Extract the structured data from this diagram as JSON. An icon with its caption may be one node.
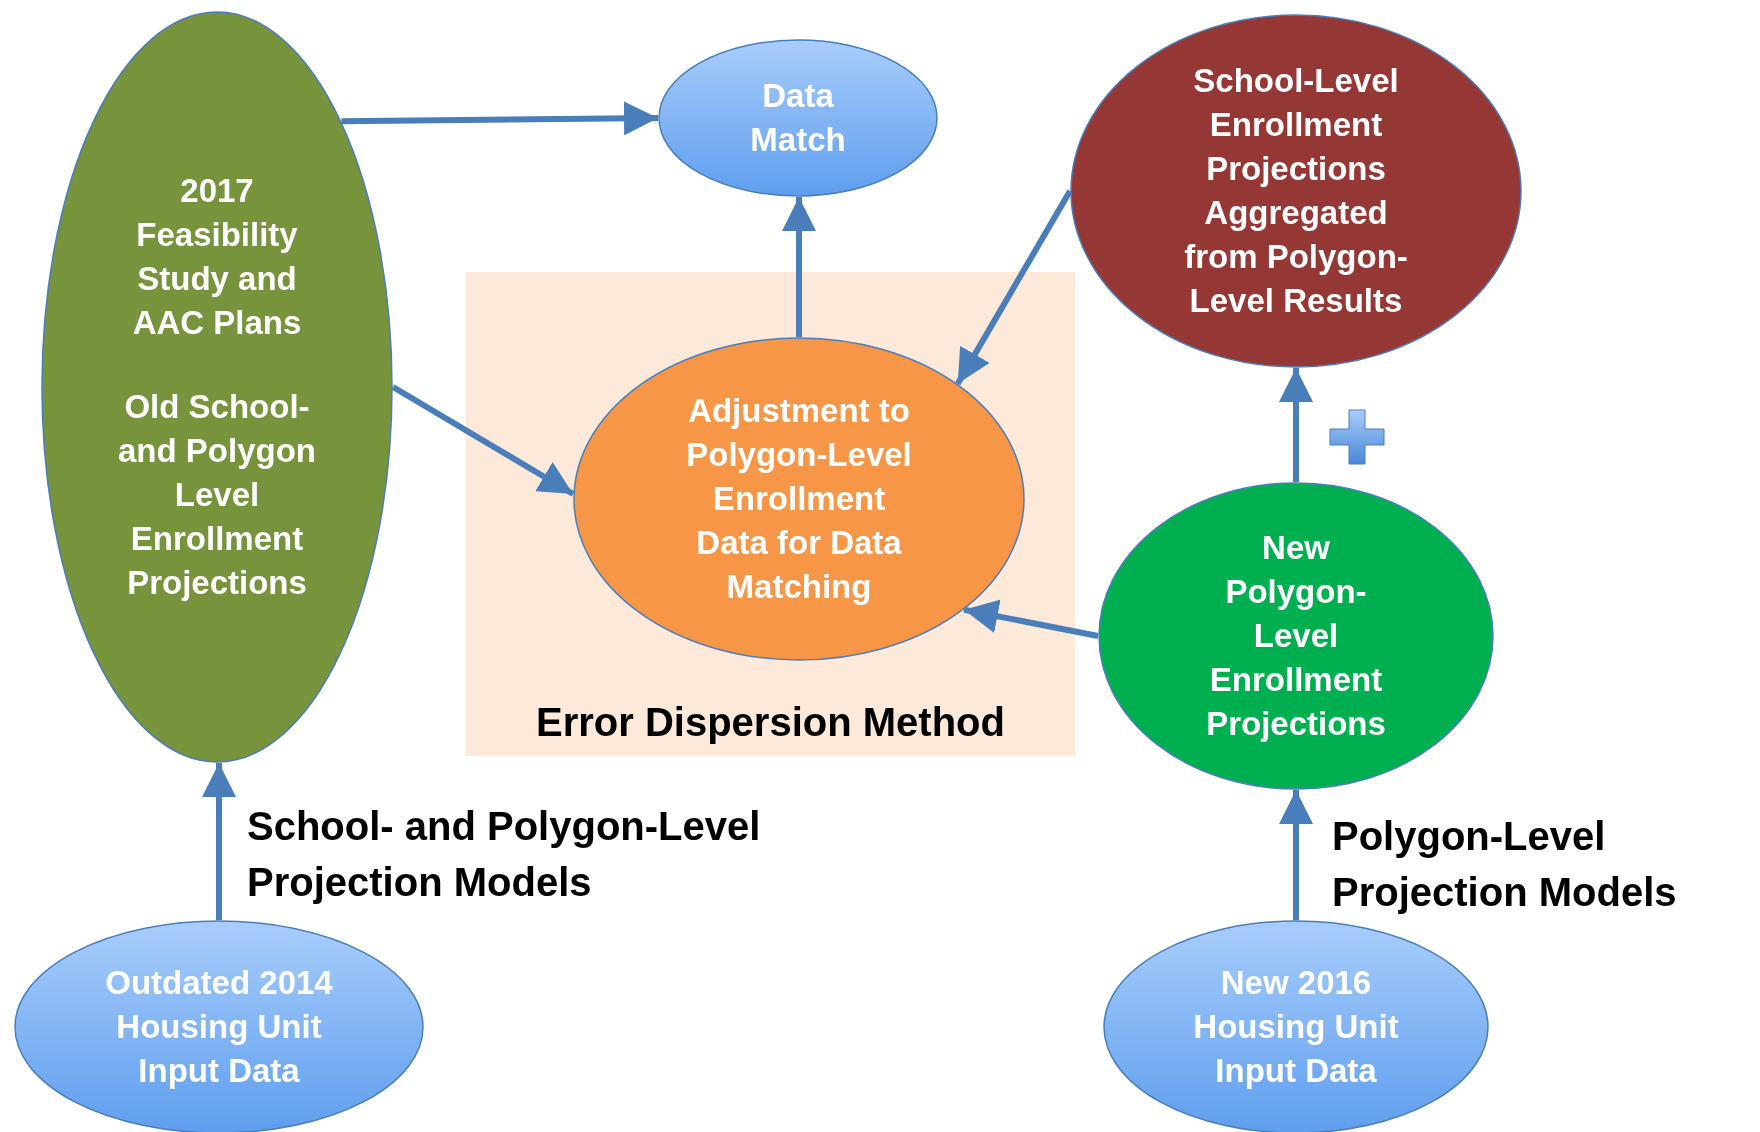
{
  "diagram": {
    "nodes": [
      {
        "text": [
          "2017 Feasibility Study and AAC Plans",
          "Old School- and Polygon Level Enrollment Projections"
        ]
      },
      {
        "text": [
          "Data Match"
        ]
      },
      {
        "text": [
          "School-Level Enrollment Projections Aggregated from Polygon-Level Results"
        ]
      },
      {
        "text": [
          "Error Dispersion Method"
        ]
      },
      {
        "text": [
          "Adjustment to Polygon-Level Enrollment Data for Data Matching"
        ],
        "in": 3
      },
      {
        "text": [
          "New Polygon-Level Enrollment Projections"
        ]
      },
      {
        "text": [
          "Outdated 2014 Housing Unit Input Data"
        ]
      },
      {
        "text": [
          "New 2016 Housing Unit Input Data"
        ]
      }
    ],
    "edges": [
      {
        "from": 0,
        "to": 1,
        "arrow": "to"
      },
      {
        "from": 0,
        "to": 4,
        "arrow": "to"
      },
      {
        "from": 4,
        "to": 1,
        "arrow": "to"
      },
      {
        "from": 2,
        "to": 4,
        "arrow": "to"
      },
      {
        "from": 5,
        "to": 4,
        "arrow": "to"
      },
      {
        "from": 5,
        "to": 2,
        "arrow": "to"
      },
      {
        "from": 6,
        "to": 0,
        "arrow": "to",
        "label": "School- and Polygon-Level Projection Models"
      },
      {
        "from": 7,
        "to": 5,
        "arrow": "to",
        "label": "Polygon-Level Projection Models"
      }
    ]
  }
}
